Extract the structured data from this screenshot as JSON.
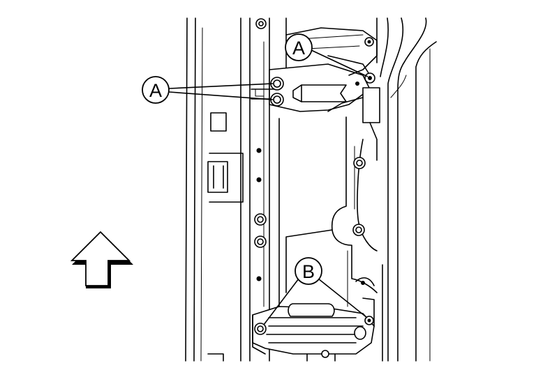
{
  "callouts": {
    "a_upper": "A",
    "a_left": "A",
    "b": "B"
  },
  "icons": {
    "direction_arrow": "up-arrow-icon",
    "bolt": "bolt-icon"
  },
  "colors": {
    "line": "#000000",
    "background": "#ffffff"
  }
}
